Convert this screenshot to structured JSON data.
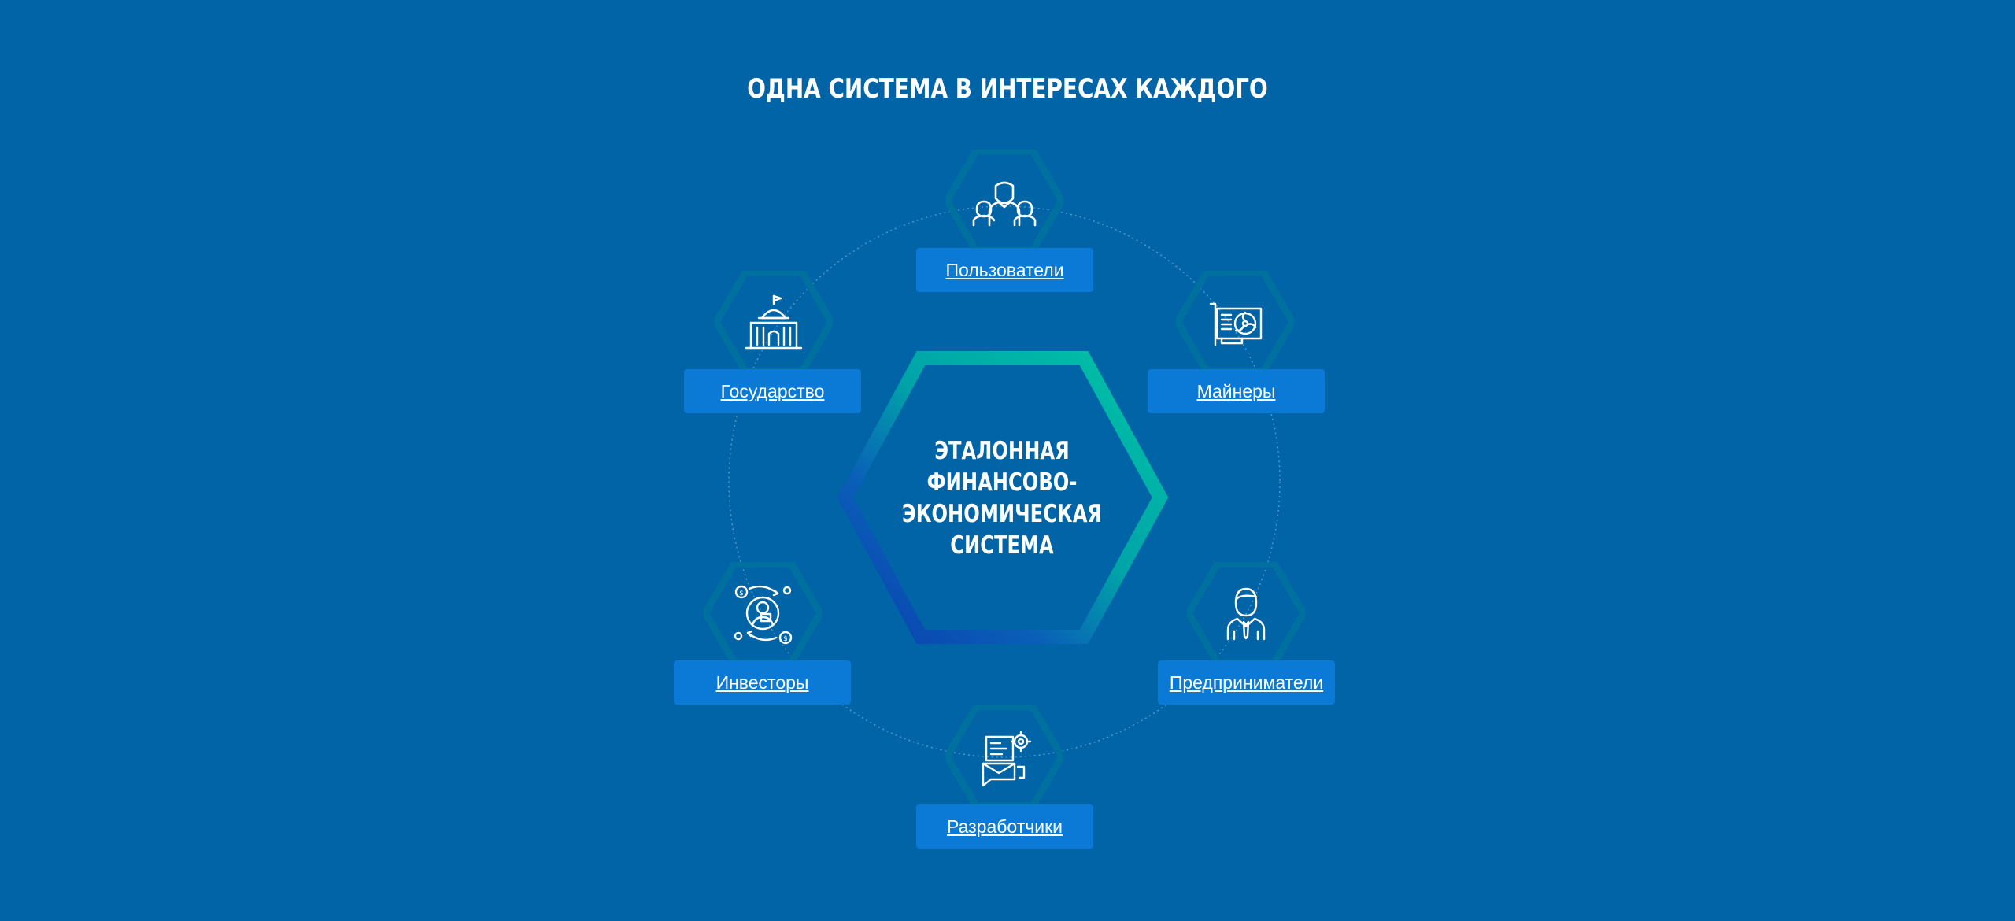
{
  "page": {
    "title": "ОДНА СИСТЕМА В ИНТЕРЕСАХ КАЖДОГО"
  },
  "center": {
    "lines": [
      "ЭТАЛОННАЯ",
      "ФИНАНСОВО-",
      "ЭКОНОМИЧЕСКАЯ",
      "СИСТЕМА"
    ]
  },
  "nodes": {
    "users": {
      "label": "Пользователи",
      "icon": "users-group-icon"
    },
    "government": {
      "label": "Государство",
      "icon": "government-building-icon"
    },
    "miners": {
      "label": "Майнеры",
      "icon": "graphics-card-icon"
    },
    "investors": {
      "label": "Инвесторы",
      "icon": "investor-exchange-icon"
    },
    "entrepreneurs": {
      "label": "Предприниматели",
      "icon": "businessman-icon"
    },
    "developers": {
      "label": "Разработчики",
      "icon": "developer-code-icon"
    }
  },
  "colors": {
    "background": "#0064a6",
    "button": "#0a7ad6",
    "hexagon_frame": "#00709e",
    "gradient_teal": "#00c4a6",
    "gradient_blue": "#0a46b4",
    "text": "#ffffff"
  }
}
